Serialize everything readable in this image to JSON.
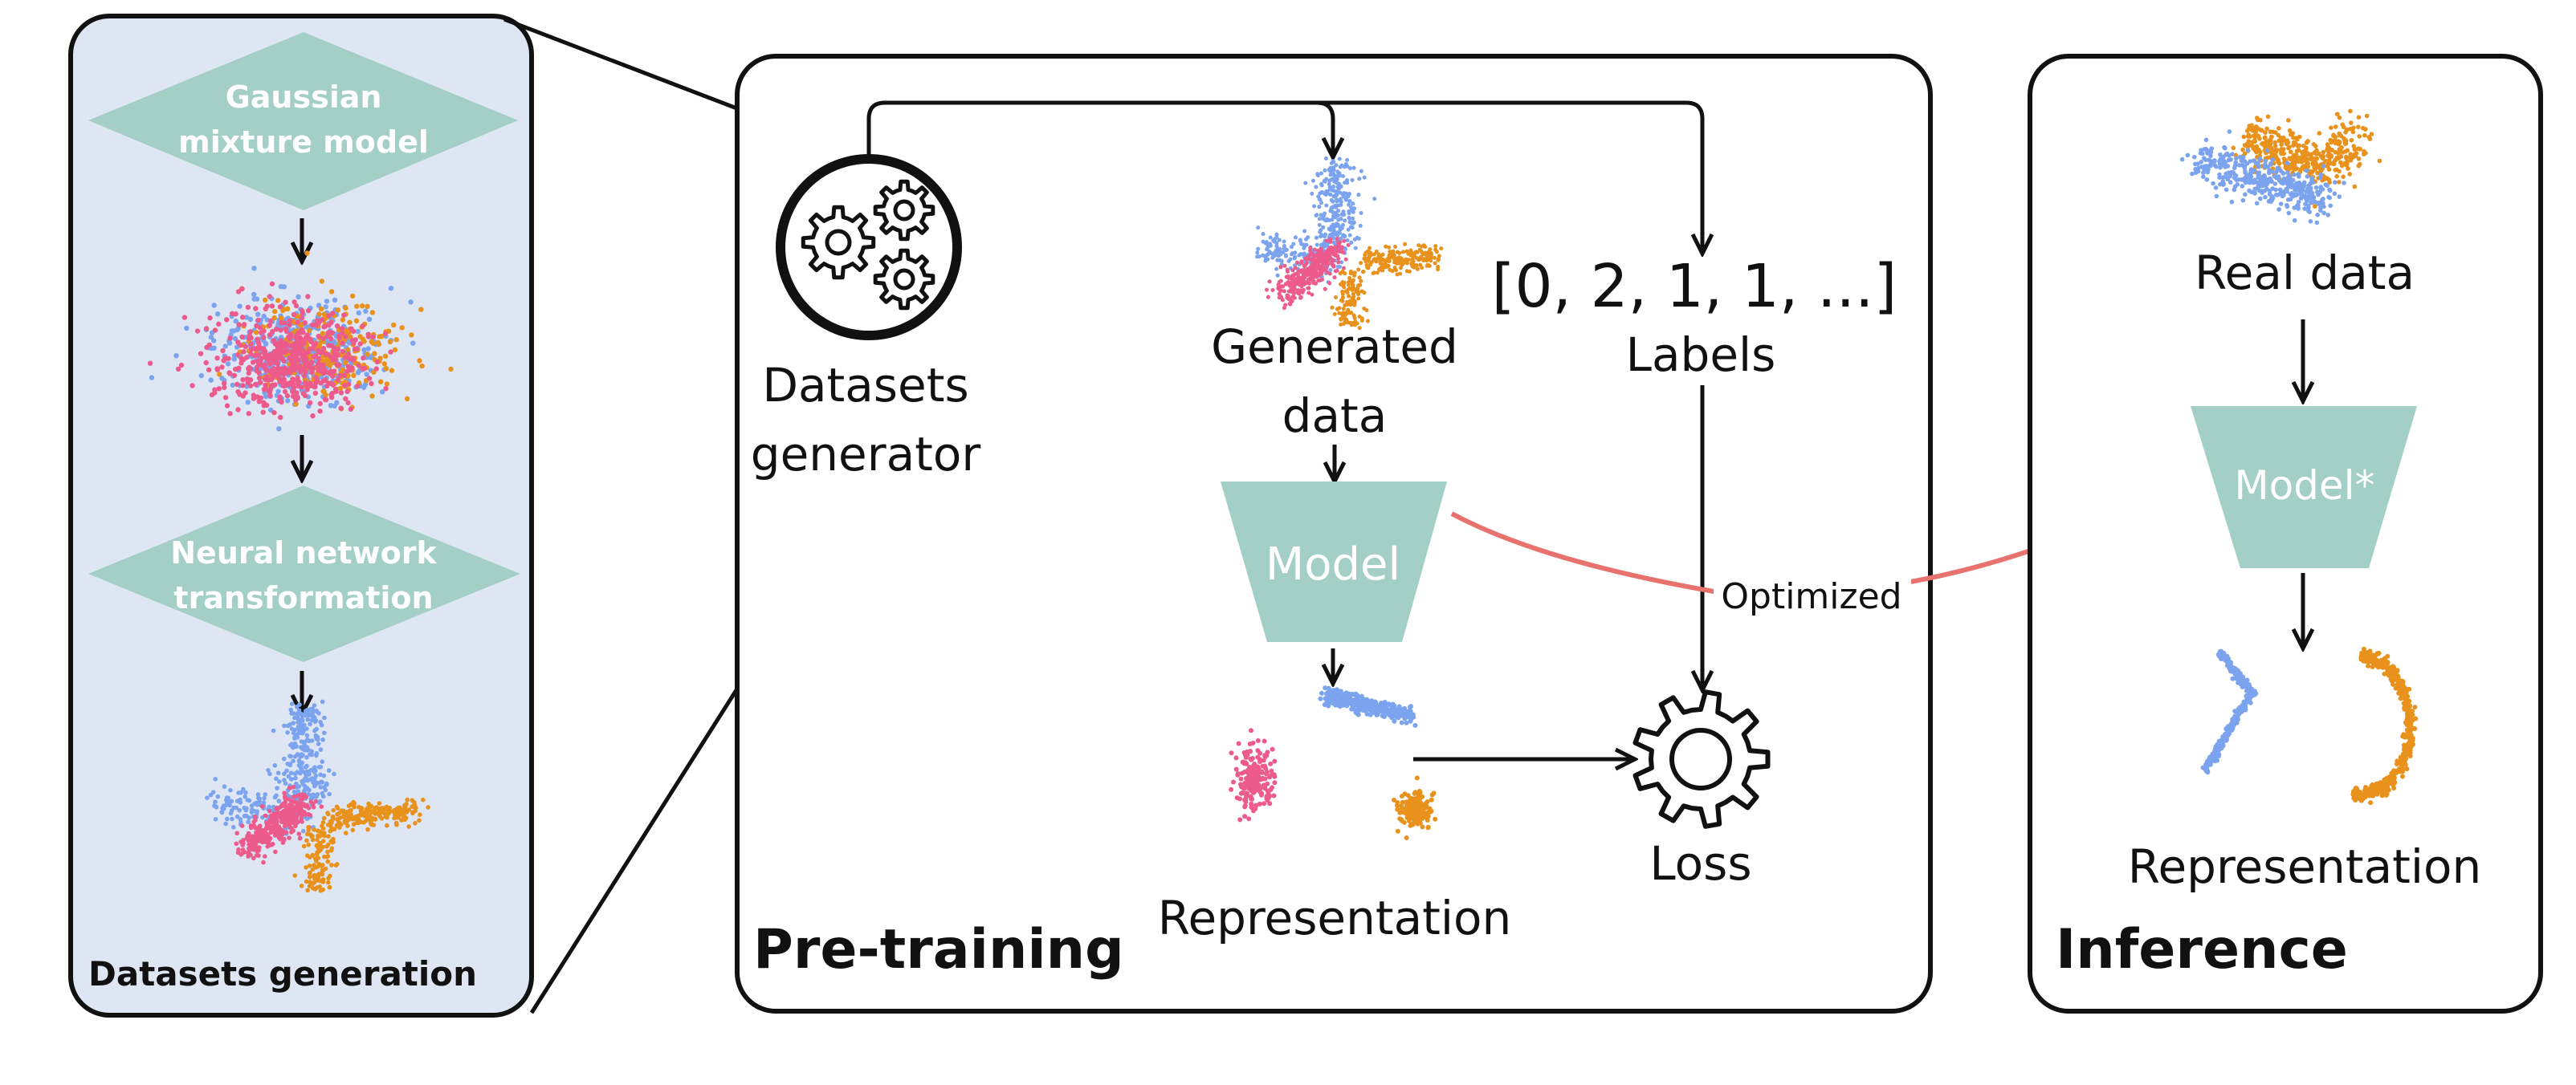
{
  "colors": {
    "panel_fill": "#dfe6f3",
    "shape_fill": "#a3cfc6",
    "blue": "#7ba3ee",
    "pink": "#ec5b8c",
    "orange": "#e8921d",
    "optimized_arrow": "#e8736e",
    "border": "#111111"
  },
  "datasets_generation": {
    "step1": [
      "Gaussian",
      "mixture model"
    ],
    "step2": [
      "Neural network",
      "transformation"
    ],
    "panel_label": "Datasets generation"
  },
  "pretraining": {
    "generator": [
      "Datasets",
      "generator"
    ],
    "generator_icon": "gears-icon",
    "generated_data": [
      "Generated",
      "data"
    ],
    "labels_value": "[0, 2, 1, 1, ...]",
    "labels_caption": "Labels",
    "model": "Model",
    "loss_icon": "gear-icon",
    "loss": "Loss",
    "representation": "Representation",
    "panel_label": "Pre-training"
  },
  "optimized": "Optimized",
  "inference": {
    "real_data": "Real data",
    "model": "Model*",
    "representation": "Representation",
    "panel_label": "Inference"
  }
}
